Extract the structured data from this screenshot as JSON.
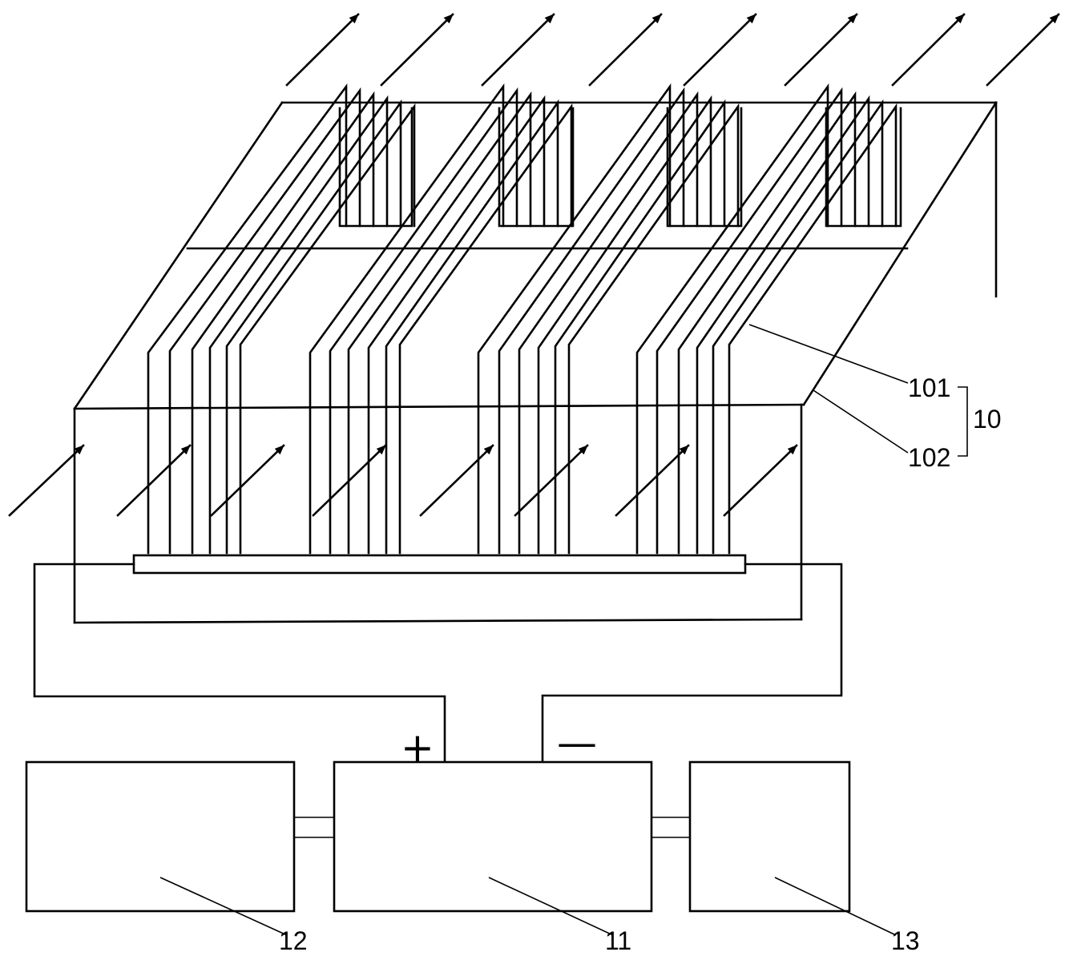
{
  "labels": {
    "fiber": "101",
    "support": "102",
    "device": "10",
    "controller": "11",
    "left_box": "12",
    "right_box": "13"
  },
  "signs": {
    "positive": "+",
    "negative": "—"
  },
  "icons": {
    "light_arrow": "arrow-up-right-icon"
  },
  "colors": {
    "line": "#000000",
    "background": "#ffffff"
  }
}
